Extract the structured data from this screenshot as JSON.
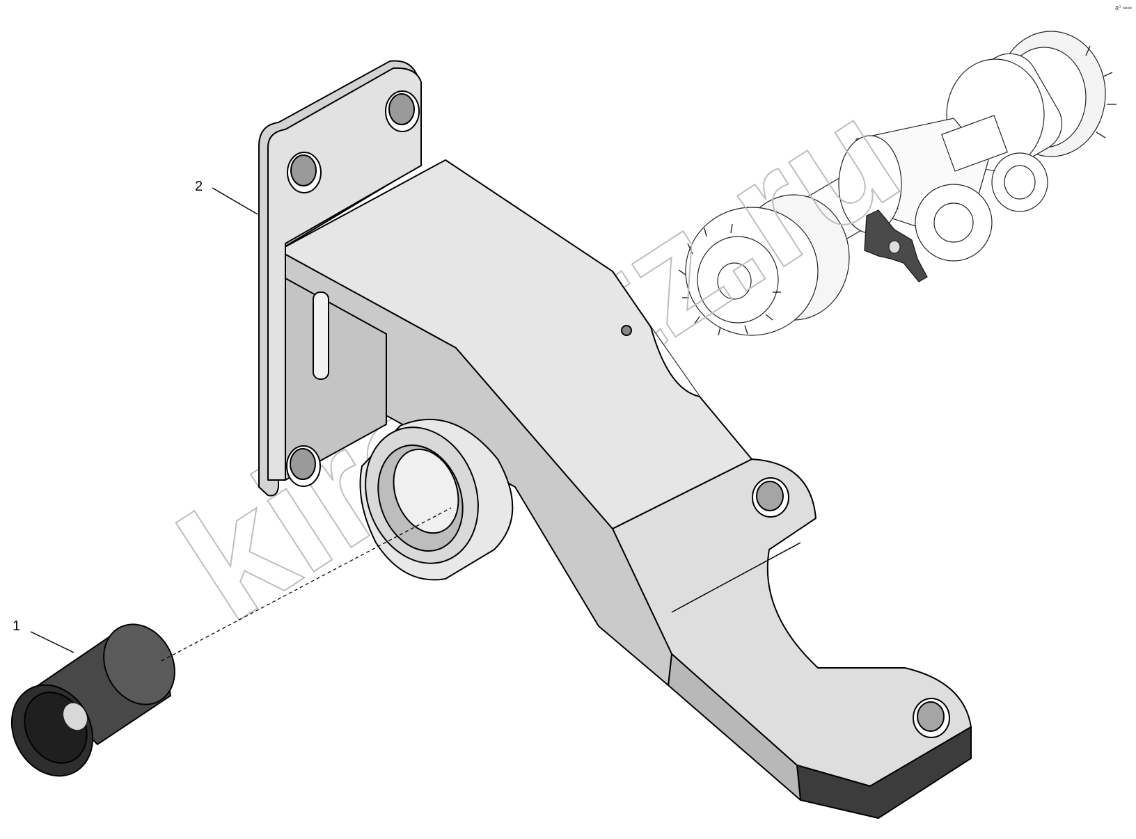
{
  "callouts": [
    {
      "number": "1",
      "part": "bushing"
    },
    {
      "number": "2",
      "part": "bracket"
    }
  ],
  "watermark": "kirovetz.ru",
  "corner_mark": "a⁰ ∞∞",
  "colors": {
    "background": "#ffffff",
    "bracket_light": "#e4e4e4",
    "bracket_mid": "#cfcfcf",
    "bracket_dark": "#b4b4b4",
    "bushing": "#4a4a4a",
    "outline": "#000000",
    "watermark": "#bdbdbd"
  }
}
